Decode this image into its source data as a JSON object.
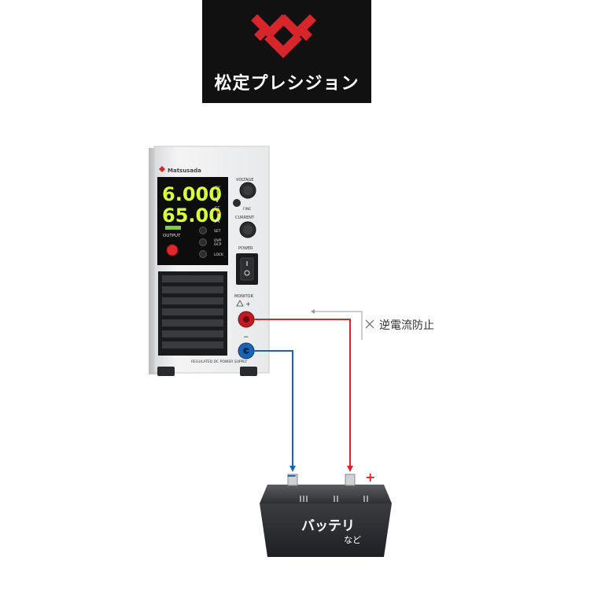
{
  "brand": {
    "logo_text": "松定プレシジョン",
    "accent_color": "#d6252b"
  },
  "device": {
    "maker_label": "Matsusada",
    "voltage_display": "6.000",
    "current_display": "65.00",
    "cv_label": "CV",
    "cc_label": "CC",
    "v_unit": "V",
    "a_unit": "A",
    "output_label": "OUTPUT",
    "set_label": "SET",
    "ovp_label": "OVP",
    "ocp_label": "OCP",
    "lock_label": "LOCK",
    "voltage_knob_label": "VOLTAGE",
    "fine_label": "FINE",
    "current_knob_label": "CURRENT",
    "power_label": "POWER",
    "monitor_label": "MONITOR",
    "plus_label": "+",
    "minus_label": "−",
    "bottom_label": "REGULATED DC POWER SUPPLY",
    "warning_icon": "warning-triangle-icon",
    "display_color": "#d8ff3a"
  },
  "annotation": {
    "text": "逆電流防止",
    "cross_icon": "cross-icon"
  },
  "wires": {
    "positive_color": "#e0202a",
    "negative_color": "#1a64b4"
  },
  "battery": {
    "label": "バッテリ",
    "sublabel": "など",
    "minus_sign": "−",
    "plus_sign": "+",
    "minus_color": "#1a64b4",
    "plus_color": "#e0202a"
  }
}
